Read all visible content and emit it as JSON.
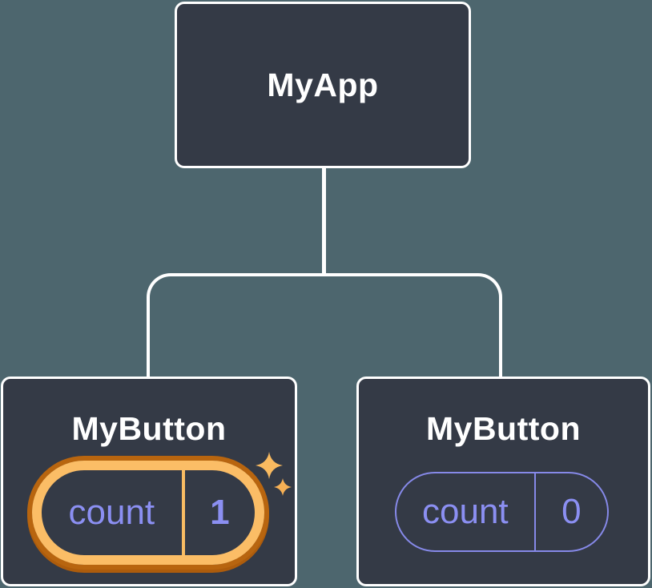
{
  "diagram": {
    "root": {
      "label": "MyApp"
    },
    "children": [
      {
        "label": "MyButton",
        "state_key": "count",
        "state_value": "1",
        "highlighted": true,
        "icon": "sparkles-icon"
      },
      {
        "label": "MyButton",
        "state_key": "count",
        "state_value": "0",
        "highlighted": false
      }
    ]
  },
  "colors": {
    "background": "#4d666e",
    "node_fill": "#343a46",
    "node_border": "#ffffff",
    "connector": "#ffffff",
    "title_text": "#ffffff",
    "state_text": "#8b8ff2",
    "state_pill_border": "#8689e8",
    "highlight_gold": "#fbbd66",
    "highlight_outline": "#b8650f",
    "sparkle_large": "#f9ba60",
    "sparkle_small": "#f6b055"
  }
}
